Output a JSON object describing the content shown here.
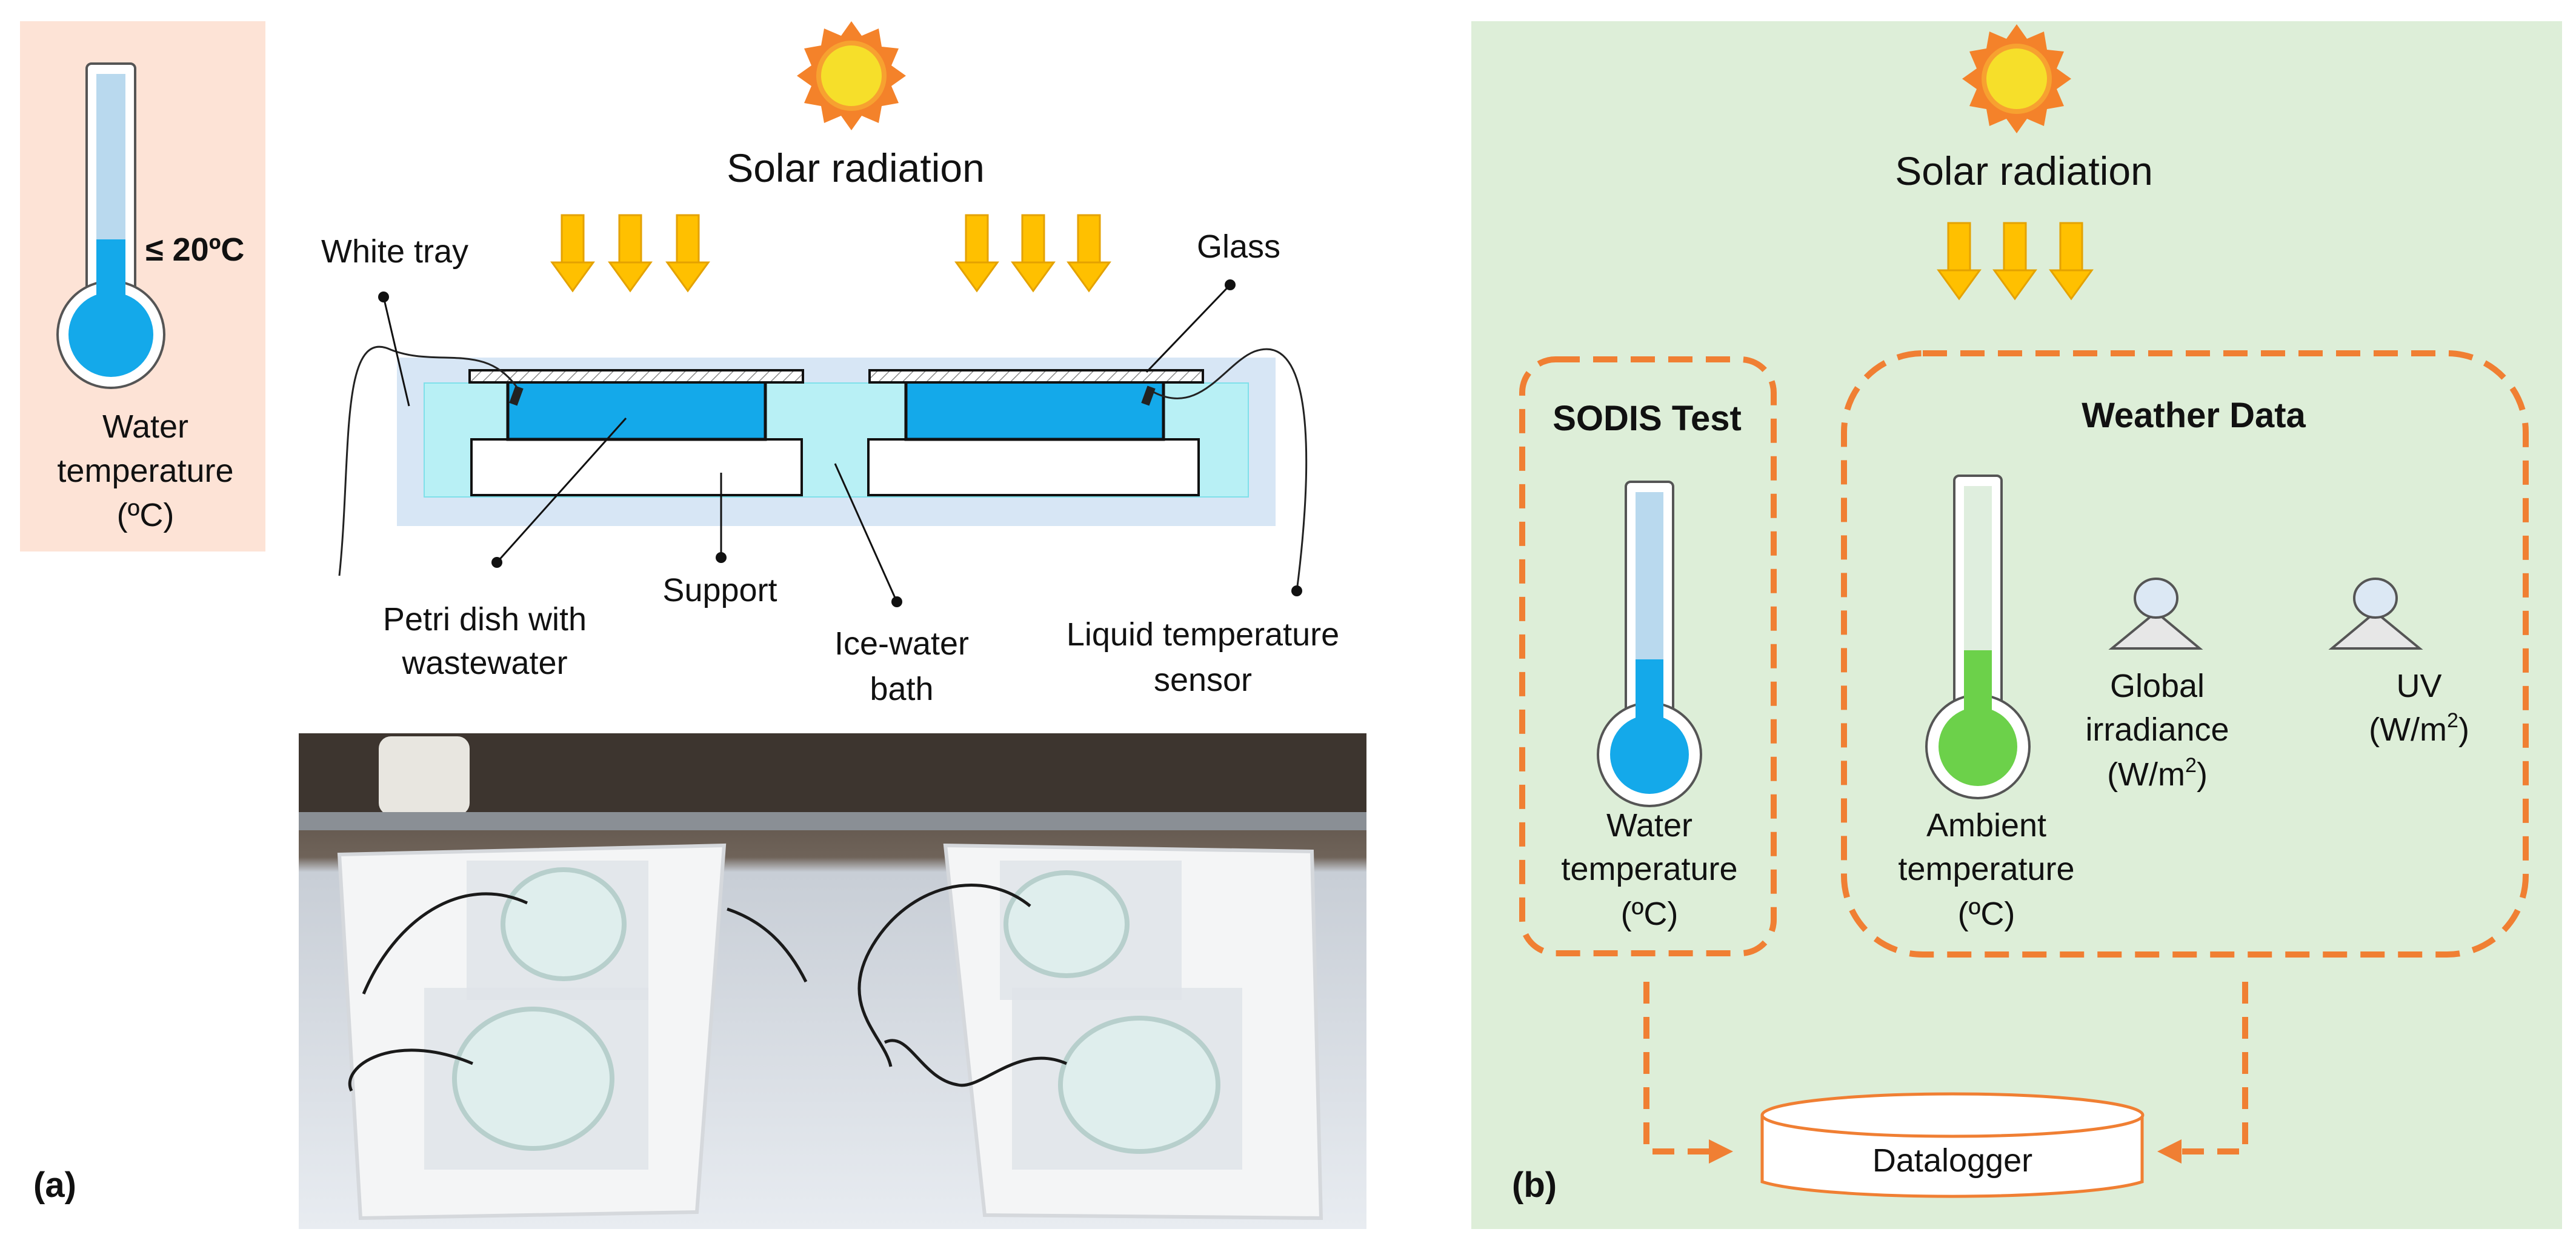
{
  "panel_a": {
    "label": "(a)",
    "thermo_threshold": "≤ 20ºC",
    "thermo_label_1": "Water",
    "thermo_label_2": "temperature",
    "thermo_label_3": "(ºC)",
    "solar_radiation": "Solar radiation",
    "white_tray": "White tray",
    "glass": "Glass",
    "petri_1": "Petri dish with",
    "petri_2": "wastewater",
    "support": "Support",
    "ice_1": "Ice-water",
    "ice_2": "bath",
    "sensor_1": "Liquid temperature",
    "sensor_2": "sensor"
  },
  "panel_b": {
    "label": "(b)",
    "solar_radiation": "Solar radiation",
    "sodis_title": "SODIS Test",
    "weather_title": "Weather Data",
    "water_1": "Water",
    "water_2": "temperature",
    "water_3": "(ºC)",
    "ambient_1": "Ambient",
    "ambient_2": "temperature",
    "ambient_3": "(ºC)",
    "global_1": "Global",
    "global_2": "irradiance",
    "global_3_pre": "(W/m",
    "global_3_sup": "2",
    "global_3_post": ")",
    "uv_1": "UV",
    "uv_2_pre": "(W/m",
    "uv_2_sup": "2",
    "uv_2_post": ")",
    "datalogger": "Datalogger"
  },
  "colors": {
    "thermo_panel_bg": "#fde3d6",
    "panel_b_bg": "#ddeed8",
    "water_blue": "#14a9ea",
    "mercury_light": "#b9d9ee",
    "ambient_green": "#6cd14a",
    "arrow_yellow": "#ffc000",
    "dashed_orange": "#f07f33",
    "ice_bath": "#b8f0f5",
    "tray": "#d7e6f5"
  }
}
